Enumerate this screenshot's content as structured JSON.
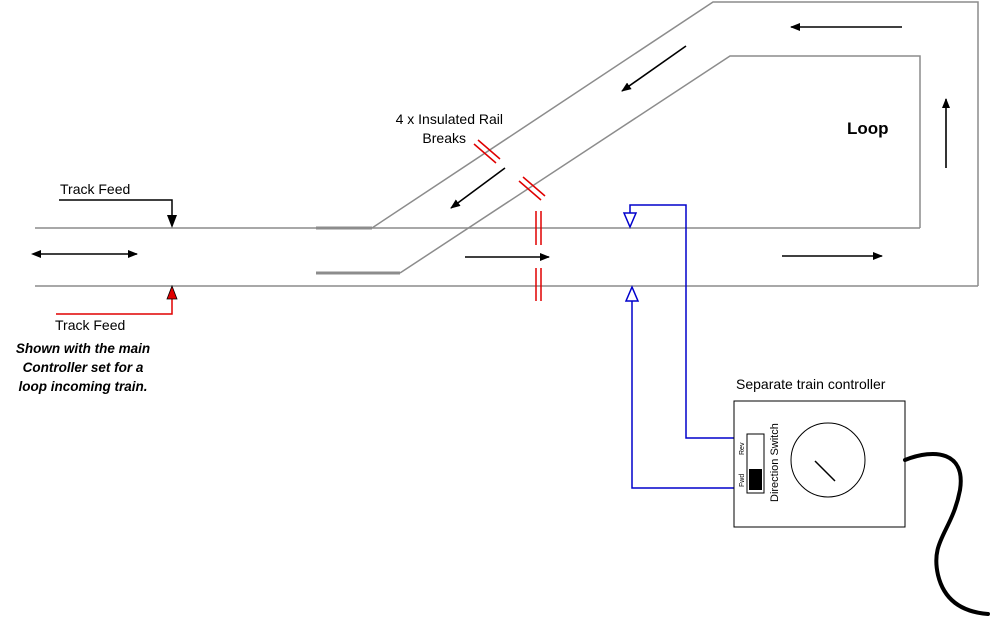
{
  "labels": {
    "track_feed_top": "Track Feed",
    "track_feed_bottom": "Track Feed",
    "insulated_breaks_line1": "4 x Insulated Rail",
    "insulated_breaks_line2": "Breaks",
    "loop": "Loop",
    "note_line1": "Shown with the main",
    "note_line2": "Controller set for a",
    "note_line3": "loop incoming train.",
    "controller_title": "Separate train controller",
    "switch_rev": "Rev",
    "switch_fwd": "Fwd",
    "direction_switch": "Direction Switch"
  },
  "colors": {
    "rail": "#8c8c8c",
    "feed_wire_bottom": "#e00000",
    "insulated_break": "#e00000",
    "controller_wire": "#0000cc",
    "ink": "#000000"
  },
  "icons": [
    "arrow-left-icon",
    "arrow-right-icon",
    "arrow-up-icon",
    "arrow-down-icon",
    "double-arrow-icon",
    "knob-icon"
  ]
}
